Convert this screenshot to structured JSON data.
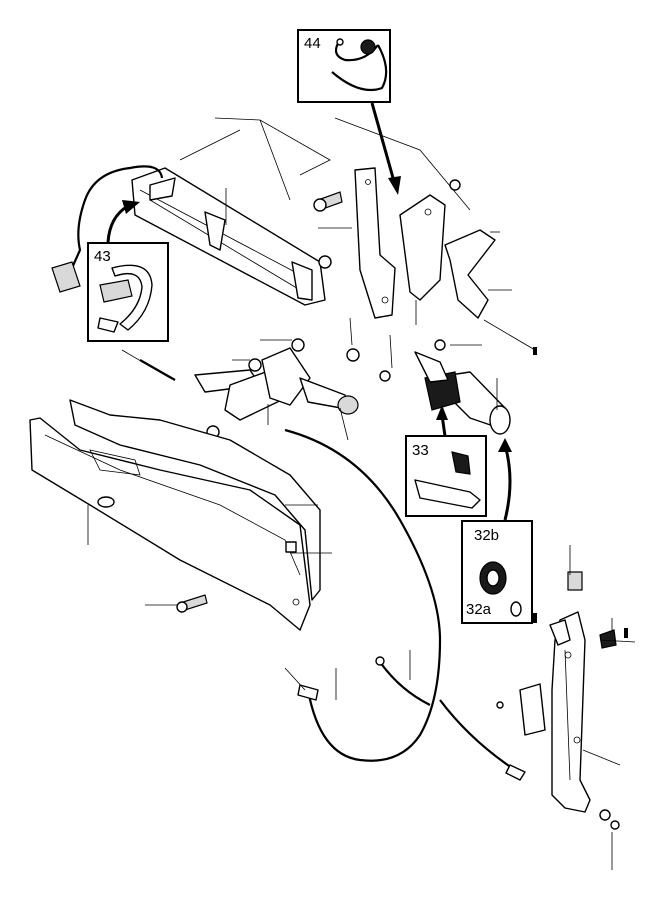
{
  "callouts": {
    "c44": "44",
    "c43": "43",
    "c33": "33",
    "c32b": "32b",
    "c32a": "32a"
  },
  "colors": {
    "line": "#000000",
    "fill": "#ffffff",
    "accent_fill": "#1a1a1a"
  }
}
